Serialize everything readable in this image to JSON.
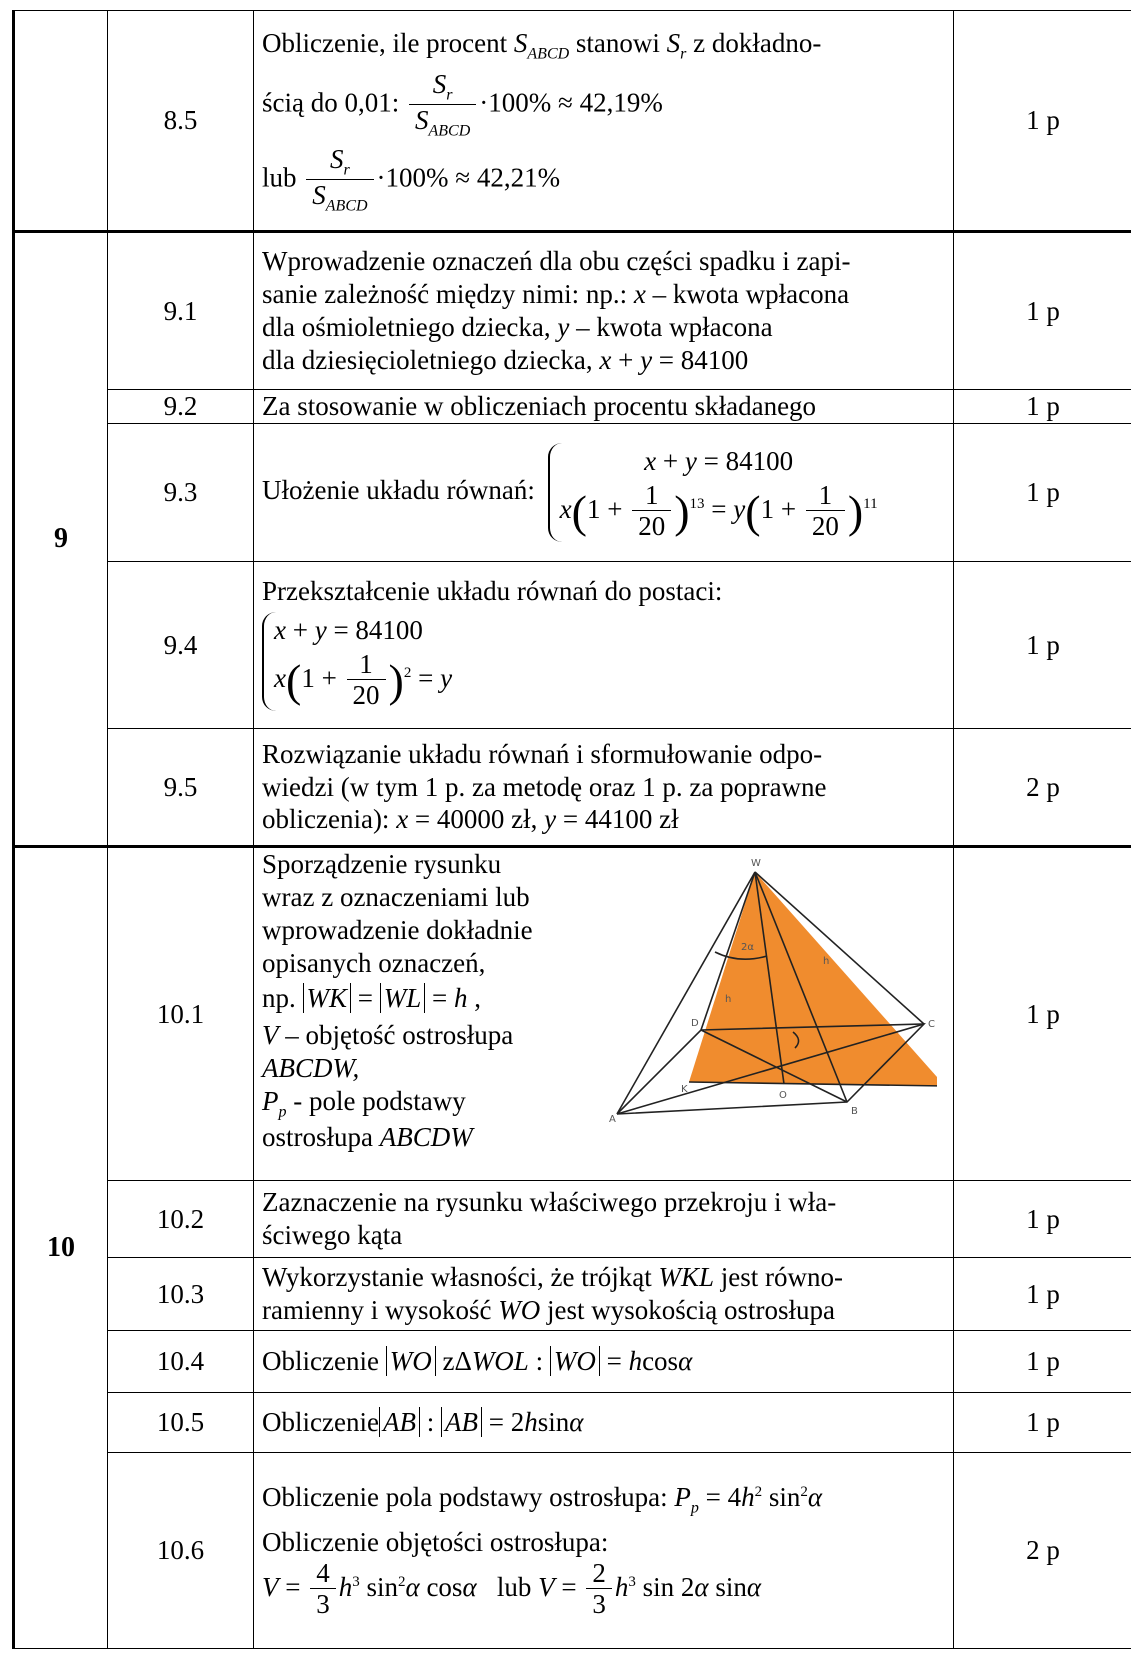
{
  "rows": {
    "r85": {
      "task": "",
      "sub": "8.5",
      "l1a": "Obliczenie, ile procent",
      "l1b": "stanowi",
      "l1c": "z dokładno-",
      "l2a": "ścią do 0,01:",
      "l2b": "·100% ≈ 42,19%",
      "l3a": "lub",
      "l3b": "·100% ≈ 42,21%",
      "pts": "1 p"
    },
    "r91": {
      "task": "9",
      "sub": "9.1",
      "t1": "Wprowadzenie oznaczeń dla obu części spadku i zapi-",
      "t2": "sanie zależność między nimi: np.:",
      "t2b": "– kwota wpłacona",
      "t3": "dla ośmioletniego dziecka,",
      "t3b": "– kwota wpłacona",
      "t4": "dla dziesięcioletniego dziecka,",
      "t4b": "= 84100",
      "pts": "1 p"
    },
    "r92": {
      "sub": "9.2",
      "text": "Za stosowanie w obliczeniach procentu składanego",
      "pts": "1 p"
    },
    "r93": {
      "sub": "9.3",
      "text": "Ułożenie układu równań:",
      "eq1": "= 84100",
      "pts": "1 p"
    },
    "r94": {
      "sub": "9.4",
      "text": "Przekształcenie układu równań do postaci:",
      "eq1": "= 84100",
      "pts": "1 p"
    },
    "r95": {
      "sub": "9.5",
      "t1": "Rozwiązanie układu równań i sformułowanie odpo-",
      "t2": "wiedzi (w tym 1 p. za metodę oraz 1 p. za poprawne",
      "t3": "obliczenia):",
      "t3x": "= 40000 zł,",
      "t3y": "= 44100 zł",
      "pts": "2 p"
    },
    "r101": {
      "task": "10",
      "sub": "10.1",
      "t1": "Sporządzenie rysunku",
      "t2": "wraz z oznaczeniami lub",
      "t3": "wprowadzenie dokładnie",
      "t4": "opisanych oznaczeń,",
      "t5": "np.",
      "t6": "– objętość ostrosłupa",
      "t7": "ABCDW,",
      "t8": "- pole podstawy",
      "t9": "ostrosłupa",
      "t9b": "ABCDW",
      "pts": "1 p"
    },
    "r102": {
      "sub": "10.2",
      "t1": "Zaznaczenie na rysunku właściwego przekroju i wła-",
      "t2": "ściwego kąta",
      "pts": "1 p"
    },
    "r103": {
      "sub": "10.3",
      "t1": "Wykorzystanie własności, że trójkąt",
      "t1b": "jest równo-",
      "t2": "ramienny i wysokość",
      "t2b": "jest wysokością ostrosłupa",
      "pts": "1 p"
    },
    "r104": {
      "sub": "10.4",
      "t1": "Obliczenie",
      "t2": "z",
      "pts": "1 p"
    },
    "r105": {
      "sub": "10.5",
      "t1": "Obliczenie",
      "pts": "1 p"
    },
    "r106": {
      "sub": "10.6",
      "t1": "Obliczenie pola podstawy ostrosłupa:",
      "t2": "Obliczenie objętości ostrosłupa:",
      "t3": "lub",
      "pts": "2 p"
    }
  },
  "figure_colors": {
    "fill": "#f08c2e",
    "lines": "#222222"
  }
}
